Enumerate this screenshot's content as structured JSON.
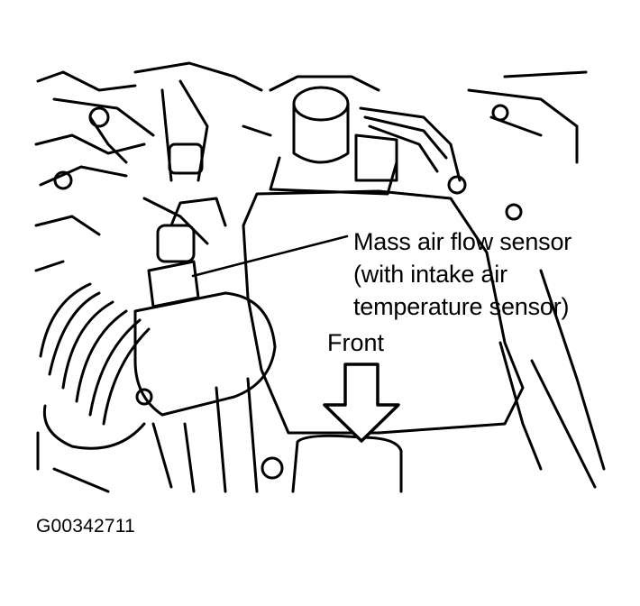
{
  "callout": {
    "line1": "Mass air flow sensor",
    "line2": "(with intake air",
    "line3": "temperature sensor)"
  },
  "front_label": "Front",
  "figure_id": "G00342711"
}
